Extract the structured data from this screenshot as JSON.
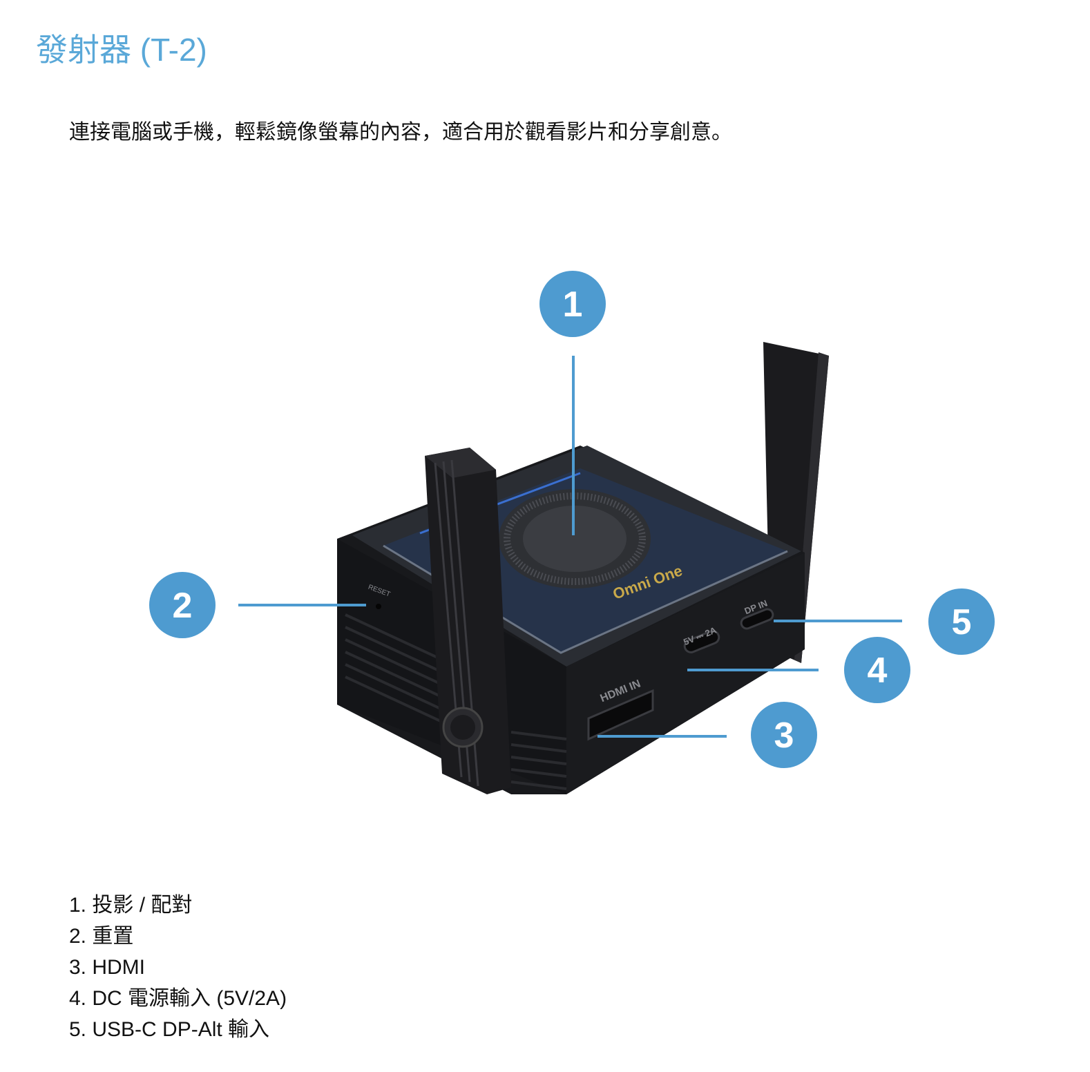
{
  "title": "發射器 (T-2)",
  "intro": "連接電腦或手機，輕鬆鏡像螢幕的內容，適合用於觀看影片和分享創意。",
  "device": {
    "brand_logo_text": "Omni One",
    "reset_label": "RESET",
    "hdmi_label": "HDMI IN",
    "dc_label": "5V ⎓ 2A",
    "dp_label": "DP IN"
  },
  "callouts": [
    "1",
    "2",
    "3",
    "4",
    "5"
  ],
  "features": [
    "1. 投影 / 配對",
    "2. 重置",
    "3. HDMI",
    "4. DC 電源輸入 (5V/2A)",
    "5. USB-C DP-Alt 輸入"
  ],
  "colors": {
    "accent": "#4e9bd0",
    "title": "#5aa8d8",
    "device_body": "#1c1d20",
    "device_top": "#232d3c"
  }
}
